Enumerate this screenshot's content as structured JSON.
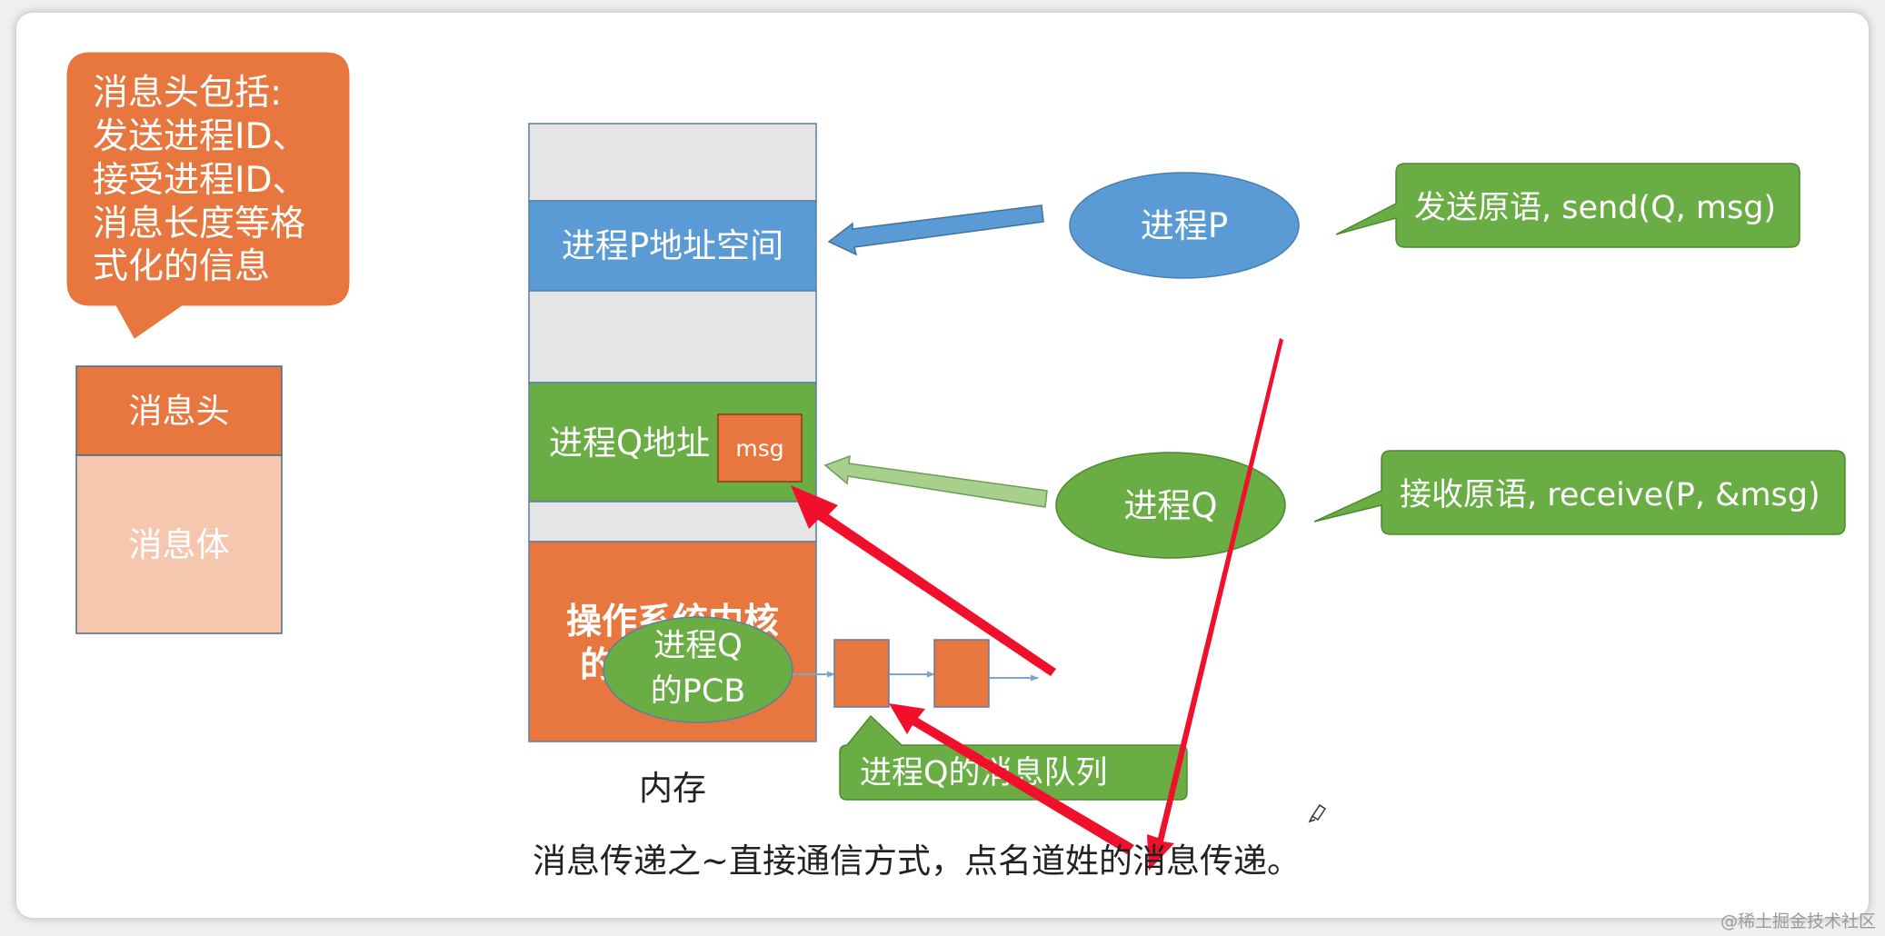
{
  "colors": {
    "orange": "#E8773F",
    "orange_light": "#F5C7AE",
    "blue": "#5B9BD5",
    "green": "#6AAD45",
    "green_light": "#A8D08D",
    "gray": "#E6E5E6",
    "red_arrow": "#F0102B"
  },
  "header_callout": {
    "lines": [
      "消息头包括:",
      "发送进程ID、",
      "接受进程ID、",
      "消息长度等格",
      "式化的信息"
    ]
  },
  "message_structure": {
    "head": "消息头",
    "body": "消息体"
  },
  "memory": {
    "p_space": "进程P地址空间",
    "q_space": "进程Q地址",
    "msg": "msg",
    "kernel_lines": [
      "操作系统内核",
      "的"
    ],
    "pcb_lines": [
      "进程Q",
      "的PCB"
    ],
    "label": "内存"
  },
  "queue_label": "进程Q的消息队列",
  "process_p": {
    "label": "进程P",
    "callout": "发送原语, send(Q, msg)"
  },
  "process_q": {
    "label": "进程Q",
    "callout": "接收原语, receive(P, &msg)"
  },
  "caption": "消息传递之~直接通信方式，点名道姓的消息传递。",
  "watermark": "@稀土掘金技术社区"
}
